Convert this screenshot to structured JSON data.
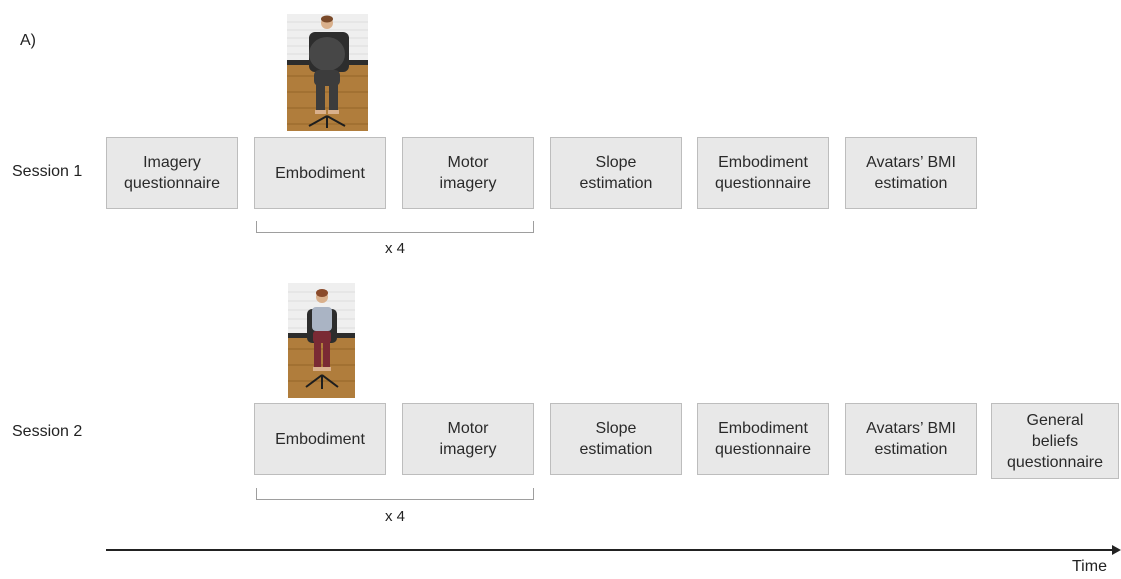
{
  "panel_label": "A)",
  "time_label": "Time",
  "sessions": [
    {
      "label": "Session 1",
      "repeat_label": "x 4",
      "steps": [
        "Imagery\nquestionnaire",
        "Embodiment",
        "Motor\nimagery",
        "Slope\nestimation",
        "Embodiment\nquestionnaire",
        "Avatars’ BMI\nestimation"
      ]
    },
    {
      "label": "Session 2",
      "repeat_label": "x 4",
      "steps": [
        "Embodiment",
        "Motor\nimagery",
        "Slope\nestimation",
        "Embodiment\nquestionnaire",
        "Avatars’ BMI\nestimation",
        "General\nbeliefs\nquestionnaire"
      ]
    }
  ],
  "avatars": [
    {
      "name": "avatar-higher-bmi",
      "shirt": "#4a4a4a",
      "pants": "#3c3c3c"
    },
    {
      "name": "avatar-lower-bmi",
      "shirt": "#aab4c4",
      "pants": "#7a2a34"
    }
  ]
}
